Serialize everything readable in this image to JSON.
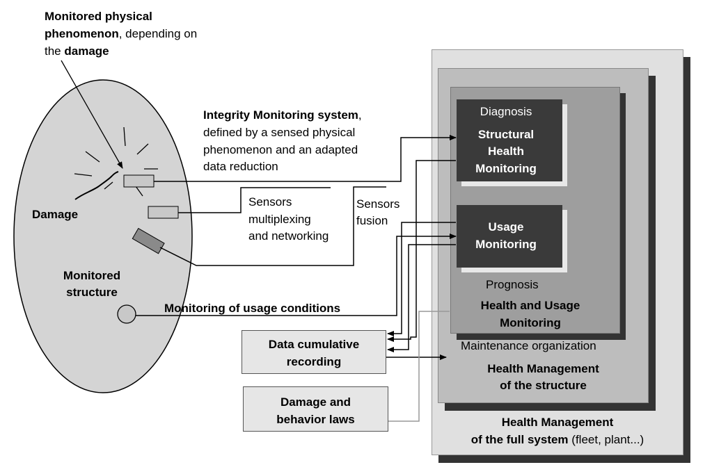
{
  "structure": {
    "phenomenon": {
      "line1": "Monitored physical",
      "line2a": "phenomenon",
      "line2b": ", depending on",
      "line3a": "the ",
      "line3b": "damage"
    },
    "damage_label": "Damage",
    "structure_label": {
      "line1": "Monitored",
      "line2": "structure"
    }
  },
  "integrity": {
    "title": "Integrity Monitoring system",
    "title_suffix": ",",
    "line2": "defined by a sensed physical",
    "line3": "phenomenon and an adapted",
    "line4": "data reduction"
  },
  "sensors_mux": {
    "line1": "Sensors",
    "line2": "multiplexing",
    "line3": "and networking"
  },
  "sensors_fusion": {
    "line1": "Sensors",
    "line2": "fusion"
  },
  "usage_conditions": "Monitoring of usage conditions",
  "data_recording": {
    "line1": "Data cumulative",
    "line2": "recording"
  },
  "damage_laws": {
    "line1": "Damage and",
    "line2": "behavior laws"
  },
  "shm": {
    "diagnosis": "Diagnosis",
    "line1": "Structural",
    "line2": "Health",
    "line3": "Monitoring"
  },
  "usage": {
    "line1": "Usage",
    "line2": "Monitoring"
  },
  "hum": {
    "prognosis": "Prognosis",
    "line1": "Health and Usage",
    "line2": "Monitoring"
  },
  "hm_structure": {
    "maintenance": "Maintenance organization",
    "line1": "Health Management",
    "line2": "of the structure"
  },
  "hm_system": {
    "line1": "Health Management",
    "line2a": "of the full system",
    "line2b": " (fleet, plant...)"
  },
  "colors": {
    "outer_box": "#e0e0e0",
    "middle_box": "#bdbdbd",
    "inner_box": "#9e9e9e",
    "dark_box": "#3a3a3a",
    "ellipse": "#d4d4d4",
    "sensor": "#c8c8c8"
  }
}
